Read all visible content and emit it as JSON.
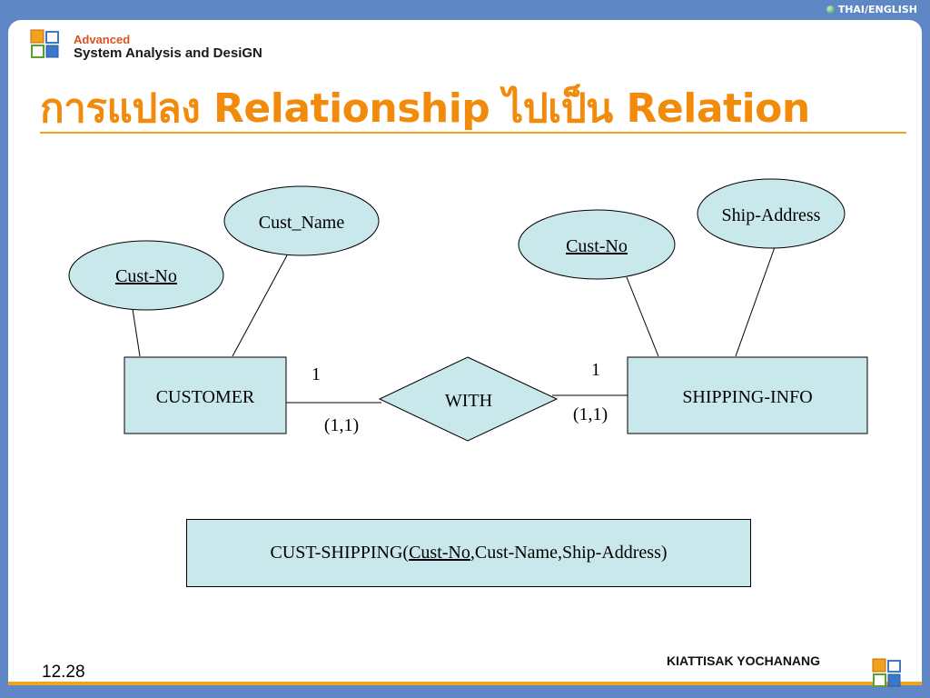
{
  "header": {
    "language_toggle": "THAI/ENGLISH",
    "course_line1": "Advanced",
    "course_line2": "System Analysis and DesiGN"
  },
  "slide": {
    "title": "การแปลง Relationship ไปเป็น Relation"
  },
  "diagram": {
    "entities": {
      "customer": "CUSTOMER",
      "shipping_info": "SHIPPING-INFO"
    },
    "relationship": "WITH",
    "attributes": {
      "customer_key": "Cust-No",
      "customer_name": "Cust_Name",
      "shipping_key": "Cust-No",
      "ship_address": "Ship-Address"
    },
    "cardinality": {
      "left": "1",
      "left_participation": "(1,1)",
      "right": "1",
      "right_participation": "(1,1)"
    }
  },
  "relation_schema": {
    "name": "CUST-SHIPPING(",
    "key": "Cust-No",
    "rest": ",Cust-Name,Ship-Address)"
  },
  "footer": {
    "page": "12.28",
    "author": "KIATTISAK YOCHANANG"
  },
  "colors": {
    "accent_orange": "#f28a0c",
    "frame_blue": "#5f87c5",
    "shape_fill": "#c9e8ec"
  }
}
